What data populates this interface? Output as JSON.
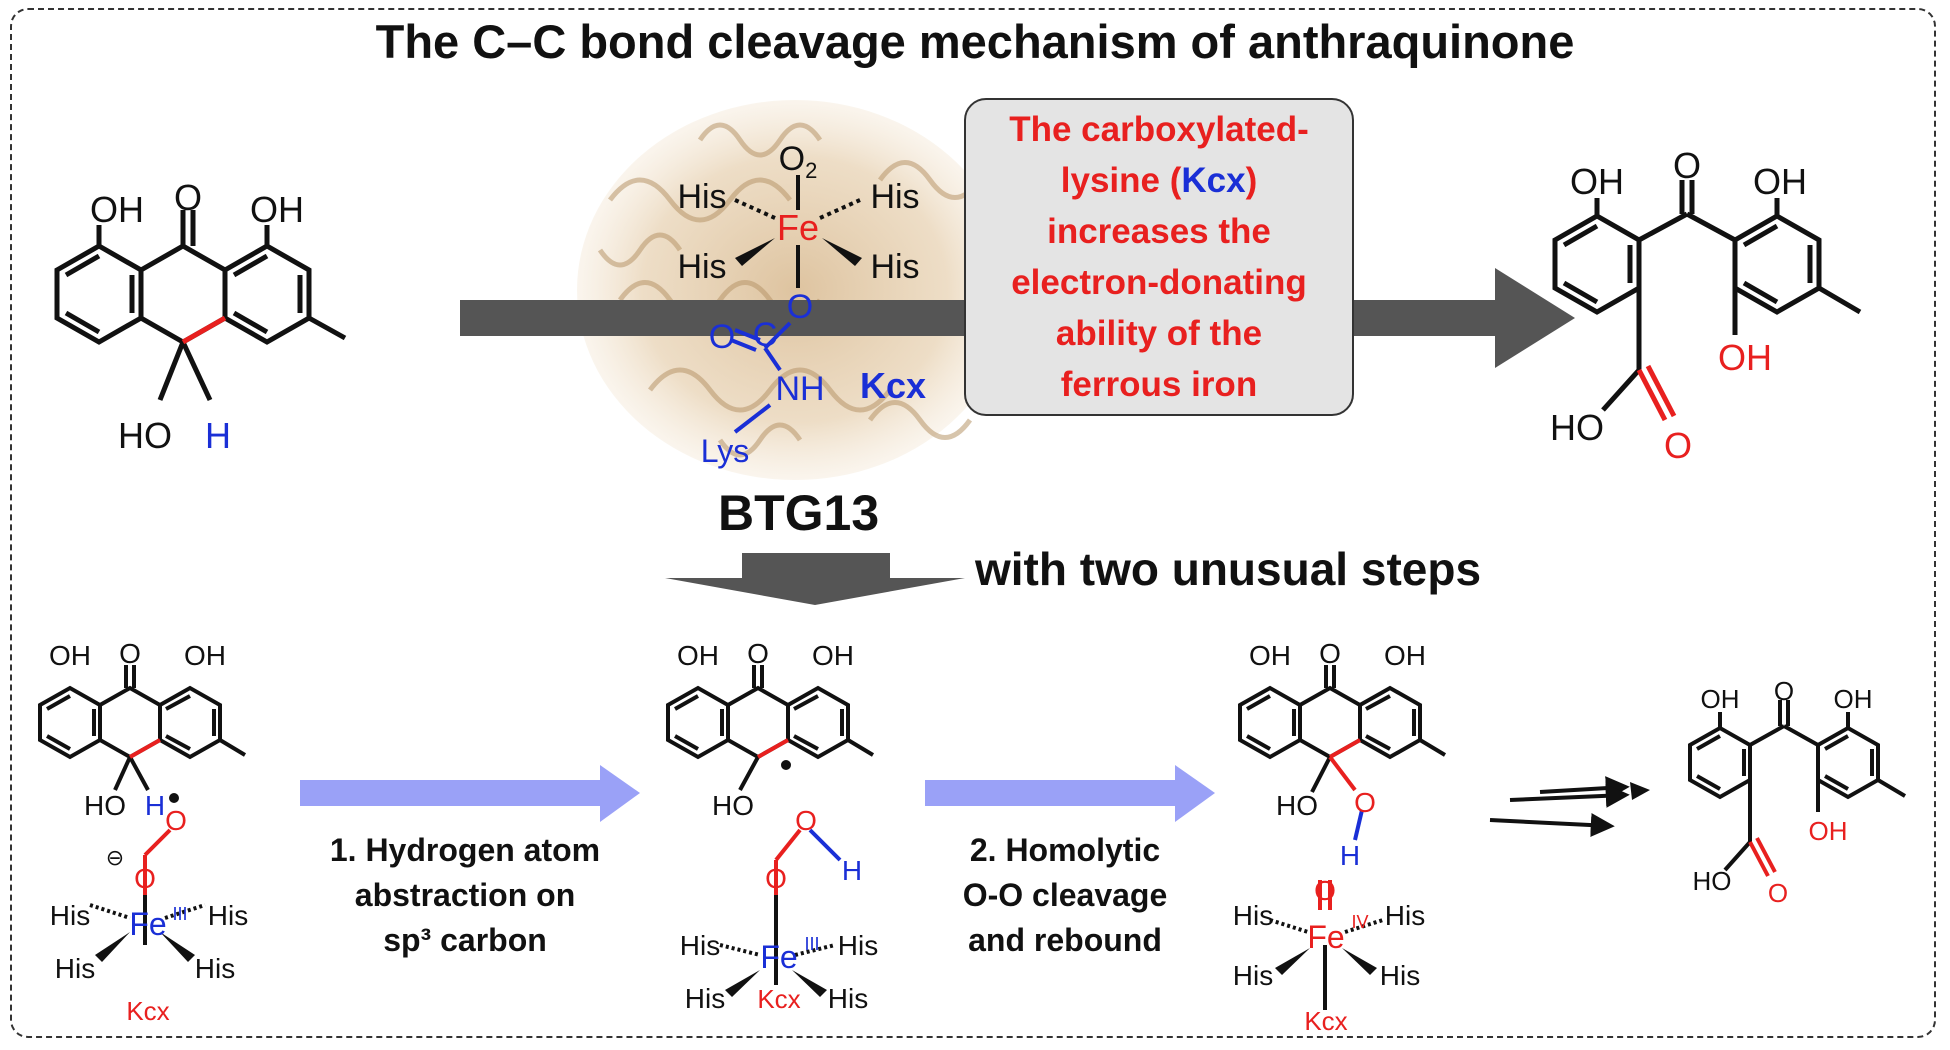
{
  "title": "The C–C bond cleavage mechanism of anthraquinone",
  "enzyme": {
    "name": "BTG13",
    "ligands": {
      "o2": "O",
      "o2_sub": "2",
      "his": "His",
      "fe": "Fe",
      "o": "O",
      "c": "C",
      "nh": "NH",
      "lys": "Lys",
      "kcx": "Kcx"
    }
  },
  "callout": {
    "line1": "The carboxylated-",
    "line2_pre": "lysine (",
    "line2_kcx": "Kcx",
    "line2_post": ")",
    "line3": "increases the",
    "line4": "electron-donating",
    "line5": "ability of the",
    "line6": "ferrous iron"
  },
  "subtitle": "with two unusual steps",
  "atoms": {
    "oh": "OH",
    "ho": "HO",
    "o": "O",
    "h": "H",
    "his": "His",
    "fe": "Fe",
    "kcx": "Kcx",
    "ox3": "III",
    "ox4": "IV",
    "minus": "⊖"
  },
  "steps": {
    "step1": [
      "1. Hydrogen atom",
      "abstraction on",
      "sp³ carbon"
    ],
    "step2": [
      "2. Homolytic",
      "O-O cleavage",
      "and rebound"
    ]
  },
  "colors": {
    "red": "#e8201f",
    "blue": "#1a2fd6",
    "big_arrow": "#555555",
    "step_arrow": "#9aa1f7"
  }
}
